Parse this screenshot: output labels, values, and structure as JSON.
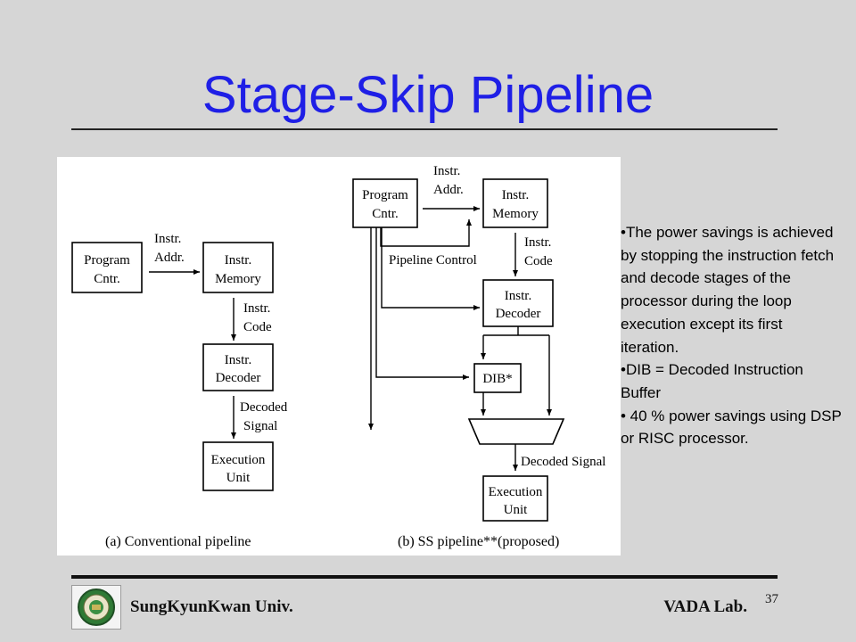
{
  "slide": {
    "title": "Stage-Skip Pipeline",
    "page_number": "37",
    "footer_left": "SungKyunKwan Univ.",
    "footer_right": "VADA Lab.",
    "title_color": "#1f1fe6"
  },
  "notes": [
    "•The power savings is achieved by stopping the instruction fetch and decode stages of the processor during the loop execution except its first iteration.",
    "•DIB = Decoded Instruction Buffer",
    "• 40 % power savings using DSP or RISC processor."
  ],
  "figure": {
    "left": {
      "caption": "(a) Conventional pipeline",
      "pc": [
        "Program",
        "Cntr."
      ],
      "addr": [
        "Instr.",
        "Addr."
      ],
      "mem": [
        "Instr.",
        "Memory"
      ],
      "code": [
        "Instr.",
        "Code"
      ],
      "dec": [
        "Instr.",
        "Decoder"
      ],
      "sig": [
        "Decoded",
        "Signal"
      ],
      "exe": [
        "Execution",
        "Unit"
      ]
    },
    "right": {
      "caption": "(b) SS pipeline**(proposed)",
      "pc": [
        "Program",
        "Cntr."
      ],
      "addr": [
        "Instr.",
        "Addr."
      ],
      "mem": [
        "Instr.",
        "Memory"
      ],
      "ctrl": "Pipeline Control",
      "code": [
        "Instr.",
        "Code"
      ],
      "dec": [
        "Instr.",
        "Decoder"
      ],
      "dib": "DIB*",
      "sig": "Decoded Signal",
      "exe": [
        "Execution",
        "Unit"
      ]
    }
  }
}
